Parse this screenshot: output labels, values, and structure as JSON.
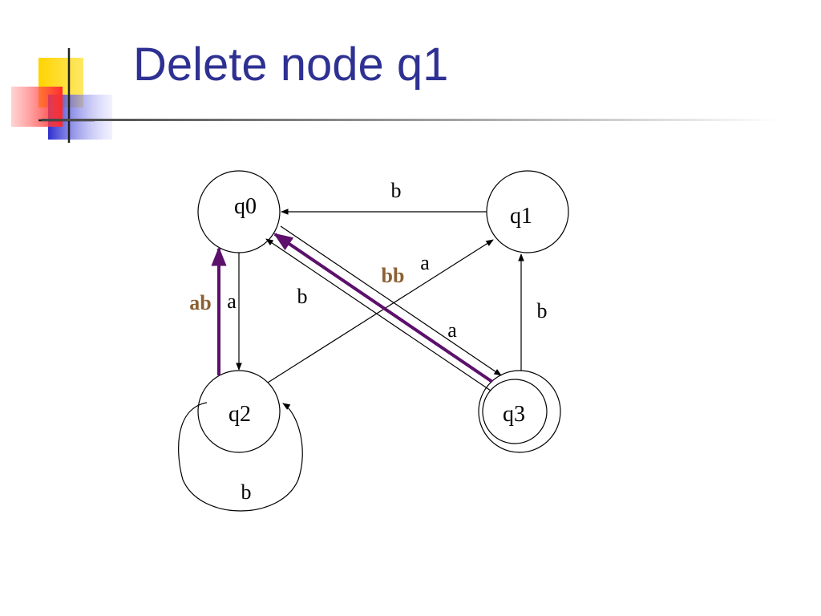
{
  "slide": {
    "title": "Delete node q1"
  },
  "colors": {
    "title": "#2e3192",
    "highlight_edge": "#5c0f6b",
    "highlight_label": "#8b6133",
    "edge": "#000000"
  },
  "graph": {
    "nodes": {
      "q0": "q0",
      "q1": "q1",
      "q2": "q2",
      "q3": "q3"
    },
    "edge_labels": {
      "q1_q0": "b",
      "q0_q2": "a",
      "q2_q0_new": "ab",
      "q2_q1": "b",
      "q3_q0": "a",
      "q0_q3": "a",
      "q3_q0_new": "bb",
      "q3_q1": "b",
      "q2_loop": "b"
    }
  }
}
